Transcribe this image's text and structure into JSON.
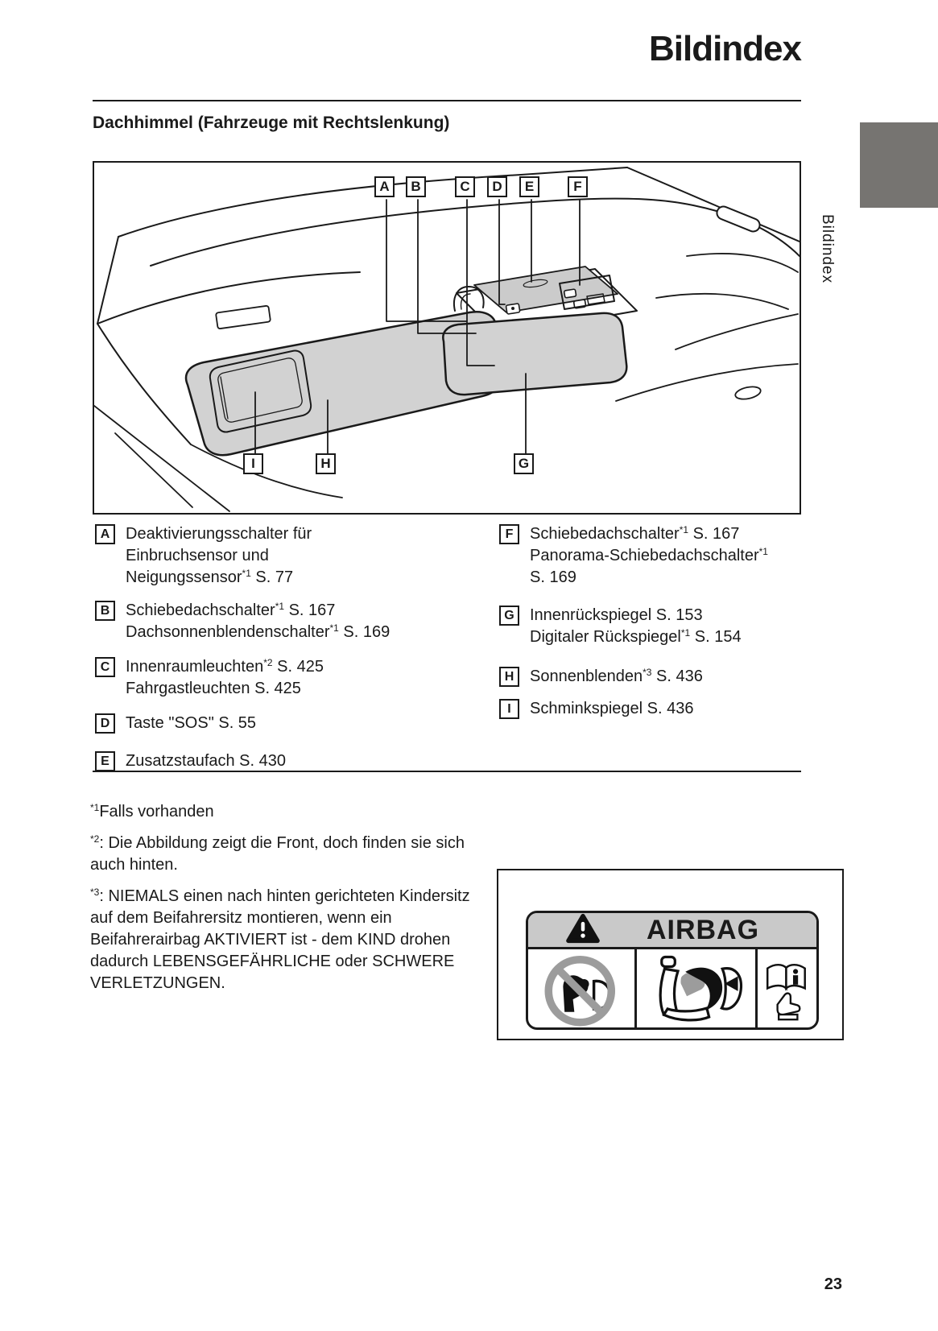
{
  "page": {
    "title": "Bildindex",
    "section_heading": "Dachhimmel (Fahrzeuge mit Rechtslenkung)",
    "side_tab_label": "Bildindex",
    "page_number": "23"
  },
  "colors": {
    "tab_gray": "#767471",
    "visor_gray": "#d2d2d2",
    "console_gray": "#cbcbcb",
    "airbag_header_gray": "#c9c9c9",
    "prohibition_gray": "#9c9c9c",
    "line_black": "#1a1a1a"
  },
  "diagram": {
    "callouts_top": [
      "A",
      "B",
      "C",
      "D",
      "E",
      "F"
    ],
    "callouts_bottom": [
      "I",
      "H",
      "G"
    ]
  },
  "legend": {
    "left": [
      {
        "key": "A",
        "lines": [
          [
            [
              "Deaktivierungsschalter für"
            ]
          ],
          [
            [
              "Einbruchsensor und"
            ]
          ],
          [
            [
              "Neigungssensor"
            ],
            [
              "*1",
              "sup"
            ],
            [
              " S. 77"
            ]
          ]
        ]
      },
      {
        "key": "B",
        "lines": [
          [
            [
              "Schiebedachschalter"
            ],
            [
              "*1",
              "sup"
            ],
            [
              " S. 167"
            ]
          ],
          [
            [
              "Dachsonnenblendenschalter"
            ],
            [
              "*1",
              "sup"
            ],
            [
              " S. 169"
            ]
          ]
        ]
      },
      {
        "key": "C",
        "lines": [
          [
            [
              "Innenraumleuchten"
            ],
            [
              "*2",
              "sup"
            ],
            [
              " S. 425"
            ]
          ],
          [
            [
              "Fahrgastleuchten S. 425"
            ]
          ]
        ]
      },
      {
        "key": "D",
        "lines": [
          [
            [
              "Taste \"SOS\" S. 55"
            ]
          ]
        ]
      },
      {
        "key": "E",
        "lines": [
          [
            [
              "Zusatzstaufach S. 430"
            ]
          ]
        ]
      }
    ],
    "right": [
      {
        "key": "F",
        "lines": [
          [
            [
              "Schiebedachschalter"
            ],
            [
              "*1",
              "sup"
            ],
            [
              " S. 167"
            ]
          ],
          [
            [
              "Panorama-Schiebedachschalter"
            ],
            [
              "*1",
              "sup"
            ]
          ],
          [
            [
              "S. 169"
            ]
          ]
        ]
      },
      {
        "key": "G",
        "lines": [
          [
            [
              "Innenrückspiegel S. 153"
            ]
          ],
          [
            [
              "Digitaler Rückspiegel"
            ],
            [
              "*1",
              "sup"
            ],
            [
              " S. 154"
            ]
          ]
        ]
      },
      {
        "key": "H",
        "lines": [
          [
            [
              "Sonnenblenden"
            ],
            [
              "*3",
              "sup"
            ],
            [
              " S. 436"
            ]
          ]
        ]
      },
      {
        "key": "I",
        "lines": [
          [
            [
              "Schminkspiegel S. 436"
            ]
          ]
        ]
      }
    ]
  },
  "footnotes": [
    {
      "parts": [
        [
          "*1",
          "sup"
        ],
        [
          "Falls vorhanden"
        ]
      ]
    },
    {
      "parts": [
        [
          "*2",
          "sup"
        ],
        [
          ": Die Abbildung zeigt die Front, doch finden sie sich auch hinten."
        ]
      ]
    },
    {
      "parts": [
        [
          "*3",
          "sup"
        ],
        [
          ": NIEMALS einen nach hinten gerichteten Kindersitz auf dem Beifahrersitz montieren, wenn ein Beifahrerairbag AKTIVIERT ist - dem KIND drohen dadurch LEBENSGEFÄHRLICHE oder SCHWERE VERLETZUNGEN."
        ]
      ]
    }
  ],
  "airbag": {
    "title": "AIRBAG"
  }
}
